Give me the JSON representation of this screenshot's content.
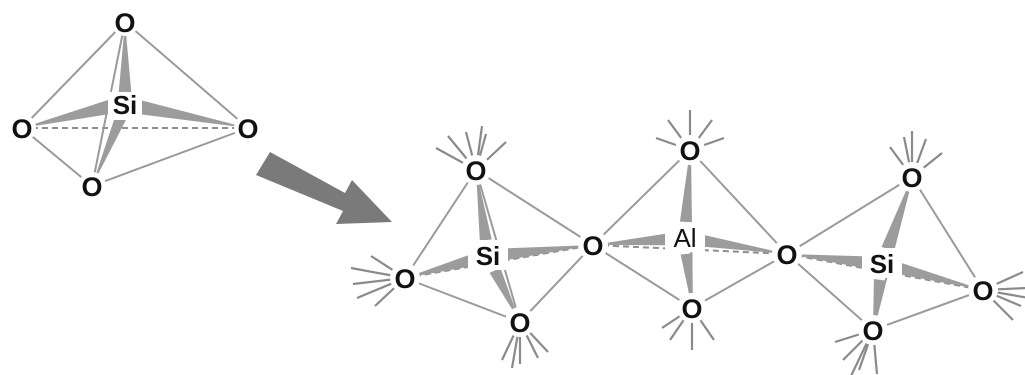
{
  "diagram": {
    "single_tetrahedron": {
      "center": "Si",
      "vertices": [
        "O",
        "O",
        "O",
        "O"
      ]
    },
    "chain": {
      "centers": [
        "Si",
        "Al",
        "Si"
      ],
      "oxygen_label": "O"
    },
    "arrow_color": "#7a7a7a",
    "line_color": "#9a9a9a"
  }
}
